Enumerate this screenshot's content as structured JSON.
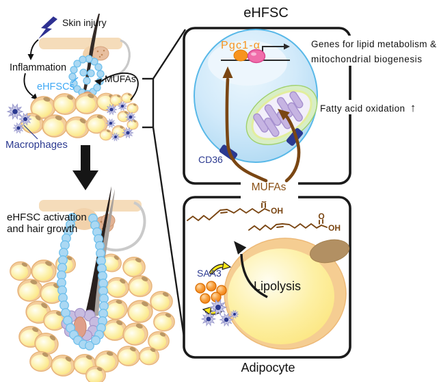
{
  "fig": {
    "left": {
      "skin_injury": "Skin injury",
      "inflammation": "Inflammation",
      "ehfscs": "eHFSCs",
      "mufas": "MUFAs",
      "macrophages": "Macrophages",
      "activation_line1": "eHFSC activation",
      "activation_line2": "and hair growth"
    },
    "top_box": {
      "title": "eHFSC",
      "pgc1a": "Pgc1-α",
      "genes_line1": "Genes for lipid metabolism &",
      "genes_line2": "mitochondrial biogenesis",
      "fatty_acid_oxidation": "Fatty acid oxidation",
      "up_arrow": "↑",
      "cd36": "CD36"
    },
    "mufas_label": "MUFAs",
    "bottom_box": {
      "title": "Adipocyte",
      "lipolysis": "Lipolysis",
      "saa3": "SAA3",
      "o": "O",
      "oh": "OH"
    },
    "colors": {
      "accent_blue": "#3fa9f5",
      "navy": "#2b3990",
      "orange": "#f7941e",
      "brown": "#7a4613",
      "cell_blue": "#aed9f3",
      "adipocyte_yellow": "#fbe37a",
      "skin_beige": "#f5dcba",
      "box_border": "#1a1a1a"
    }
  }
}
